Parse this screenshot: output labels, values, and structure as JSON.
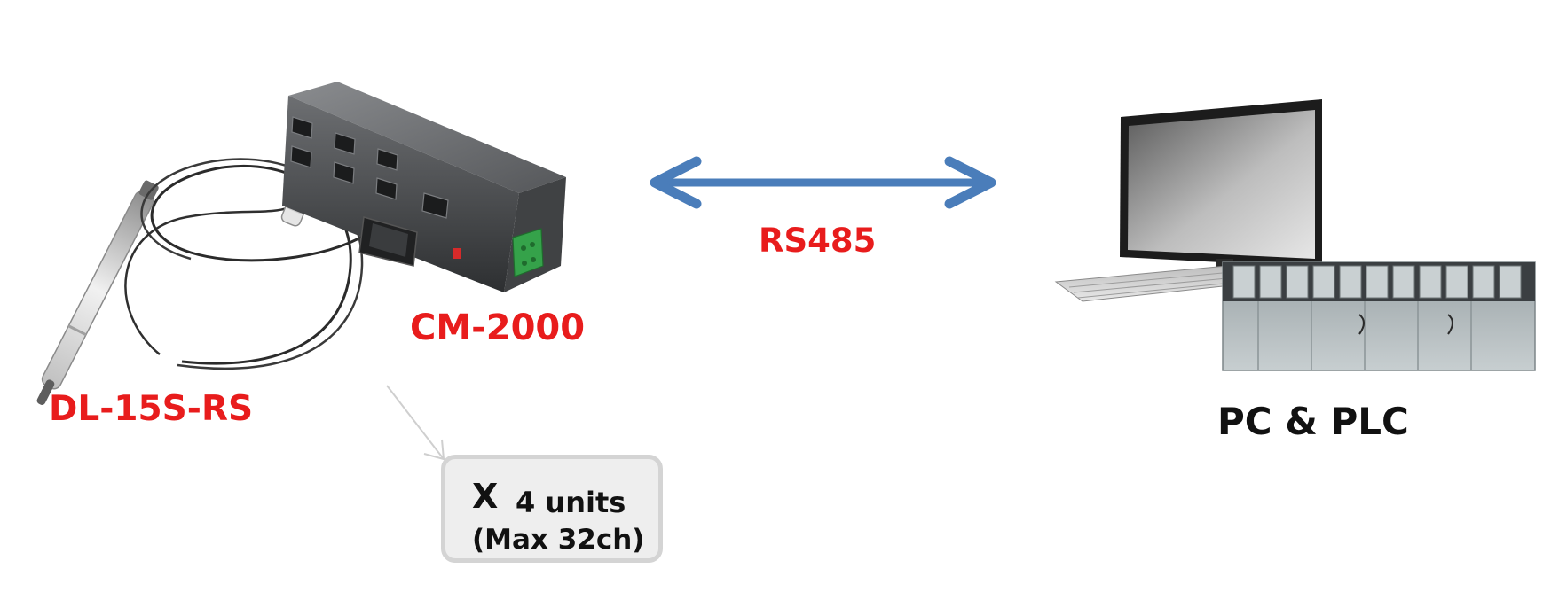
{
  "devices": {
    "converter": {
      "label": "CM-2000"
    },
    "sensor": {
      "label": "DL-15S-RS"
    },
    "host": {
      "label": "PC & PLC"
    }
  },
  "link": {
    "label": "RS485"
  },
  "quantity": {
    "multiplier": "X",
    "units": "4 units",
    "max_channels": "(Max 32ch)"
  },
  "colors": {
    "label_red": "#e81c1c",
    "arrow_blue": "#4a7dba",
    "text_black": "#111111",
    "box_fill": "#eeeeee",
    "box_border": "#d4d4d4"
  }
}
